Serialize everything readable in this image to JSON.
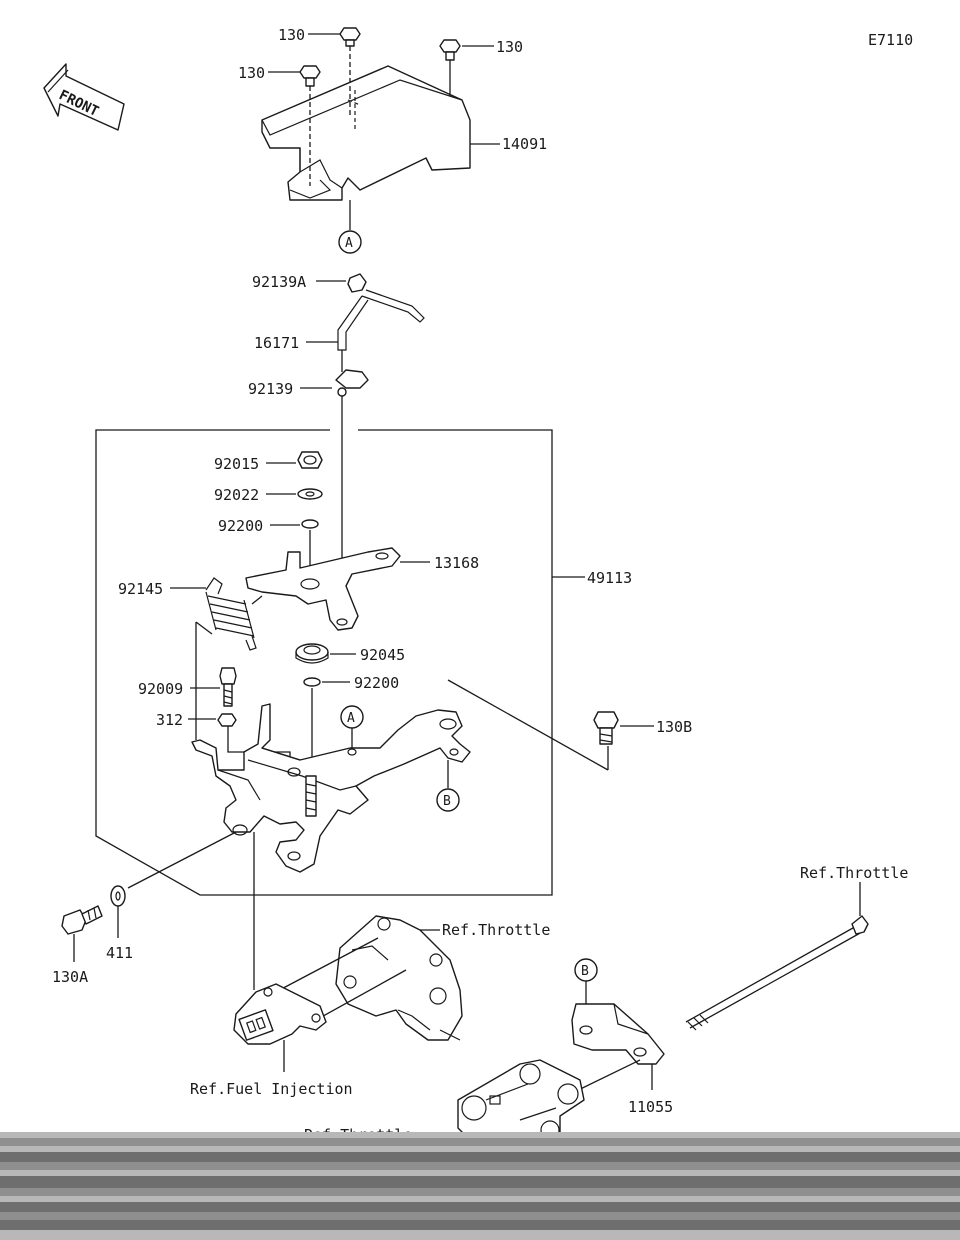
{
  "diagram_code": "E7110",
  "front_label": "FRONT",
  "callouts": {
    "bolt_130_a": "130",
    "bolt_130_b": "130",
    "bolt_130_c": "130",
    "bracket_14091": "14091",
    "clamp_92139A": "92139A",
    "rod_16171": "16171",
    "clamp_92139": "92139",
    "nut_92015": "92015",
    "washer_92022": "92022",
    "washer_92200_top": "92200",
    "plate_13168": "13168",
    "spring_92145": "92145",
    "assembly_49113": "49113",
    "collar_92045": "92045",
    "washer_92200_bottom": "92200",
    "bolt_92009": "92009",
    "nut_312": "312",
    "bolt_130B": "130B",
    "bolt_130A": "130A",
    "washer_411": "411",
    "bracket_11055": "11055"
  },
  "markers": {
    "a_top": "A",
    "a_mid": "A",
    "b_mid": "B",
    "b_low": "B"
  },
  "references": {
    "throttle_right": "Ref.Throttle",
    "throttle_mid": "Ref.Throttle",
    "fuel_injection": "Ref.Fuel Injection",
    "throttle_bottom": "Ref.Throttle"
  }
}
